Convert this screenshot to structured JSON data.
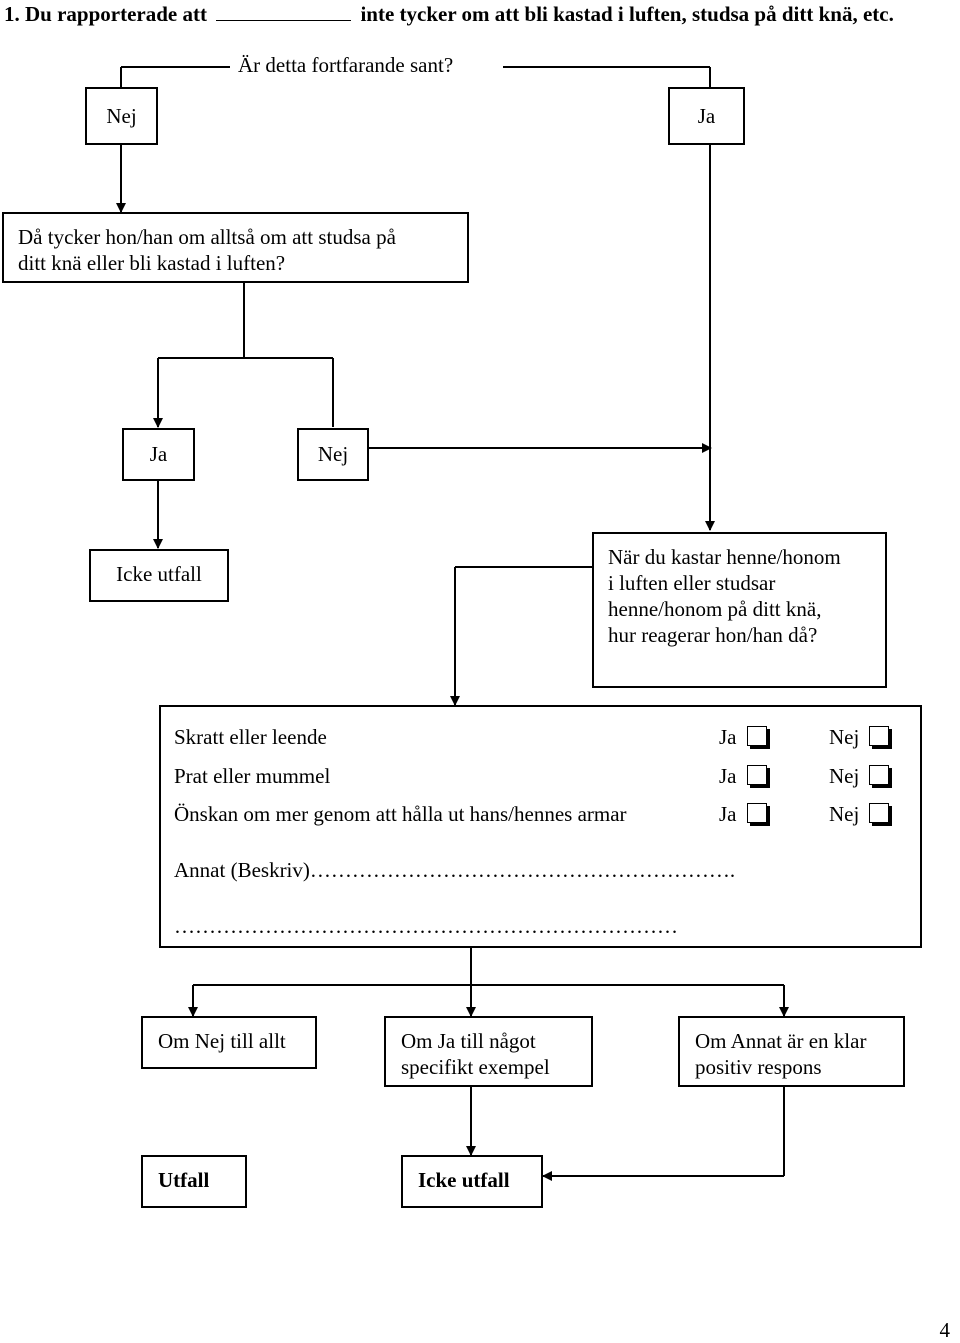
{
  "header": {
    "number": "1.",
    "before_blank": "Du rapporterade att",
    "after_blank": "inte tycker om att bli kastad i luften, studsa på ditt knä, etc."
  },
  "question1": "Är detta fortfarande sant?",
  "q1_no": "Nej",
  "q1_yes": "Ja",
  "question2": {
    "line1": "Då tycker hon/han om alltså om att studsa på",
    "line2": "ditt knä eller bli kastad i luften?"
  },
  "q2_yes": "Ja",
  "q2_no": "Nej",
  "no_outcome_1": "Icke utfall",
  "question3": {
    "line1": "När du kastar henne/honom",
    "line2": "i luften eller studsar",
    "line3": "henne/honom på ditt knä,",
    "line4": "hur reagerar hon/han då?"
  },
  "checklist": {
    "items": [
      {
        "label": "Skratt eller leende",
        "yes": "Ja",
        "no": "Nej"
      },
      {
        "label": "Prat eller mummel",
        "yes": "Ja",
        "no": "Nej"
      },
      {
        "label": "Önskan om mer genom att hålla ut hans/hennes armar",
        "yes": "Ja",
        "no": "Nej"
      }
    ],
    "other_label": "Annat (Beskriv)",
    "other_dots_1": "…………………………………………………….",
    "other_dots_2": "………………………………………………………………"
  },
  "branches": {
    "all_no": "Om Nej till allt",
    "some_yes_1": "Om Ja till något",
    "some_yes_2": "specifikt exempel",
    "other_1": "Om Annat är en klar",
    "other_2": "positiv respons"
  },
  "outcome": "Utfall",
  "no_outcome_2": "Icke utfall",
  "page_number": "4"
}
